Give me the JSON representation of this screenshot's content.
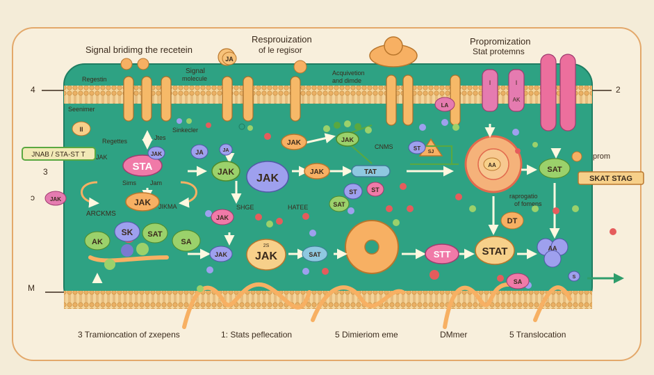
{
  "top": {
    "signal_binding": "Signal bridimg the recetein",
    "resprouization": "Resprouization",
    "of_le_regisor": "of le regisor",
    "propromization": "Propromization",
    "stat_protemns": "Stat protemns",
    "regestin": "Regestin",
    "signal": "Signal",
    "molecule": "molecule",
    "acquivetion": "Acquivetion",
    "and_dimde": "and dimde",
    "ja_top": "JA"
  },
  "sides": {
    "left_4": "4",
    "right_2": "2",
    "left_3": "3",
    "left_c": "ɔ",
    "left_m": "M",
    "prom": "prom",
    "skat_stag": "SKAT STAG",
    "jnab_stat": "JNAB / STA-ST T"
  },
  "inner": {
    "seenimer": "Seenimer",
    "regettes": "Regettes",
    "jtes": "Jtes",
    "sinkecler": "Sinkecler",
    "jak_small": "JAK",
    "sims": "Sims",
    "jam": "Jam",
    "arckms": "ARCKMS",
    "jikma": "JIKMA",
    "shge": "SHGE",
    "hatee": "HATEE",
    "cnms": "CNMS",
    "rapro": "raprogatio",
    "of_fomens": "of fomens",
    "ii": "II",
    "sj": "SJ",
    "aa": "AA"
  },
  "molecules": {
    "sta": "STA",
    "jak_left": "JAK",
    "jak_mid": "JAK",
    "jak_big": "JAK",
    "jak_2": "JAK",
    "jak_3": "JAK",
    "jak_4": "JAK",
    "jak_5": "JAK",
    "jak_circ": "JAK",
    "jak_lower": "JAK",
    "jak_small_lower": "JAK",
    "tat": "TAT",
    "st": "ST",
    "sat": "SAT",
    "st2": "ST",
    "ja": "JA",
    "ja2": "JA",
    "sk": "SK",
    "sat2": "SAT",
    "sa": "SA",
    "ak": "AK",
    "dt": "DT",
    "stt": "STT",
    "stat": "STAT",
    "sa2": "SA",
    "aa": "AA",
    "la": "LA",
    "ak2": "AK",
    "st3": "ST",
    "sat3": "SAT",
    "s": "S",
    "sat4": "SAT",
    "i": "I",
    "i2": "I",
    "st_small": "ST",
    "ak3": "AK",
    "num_2s": "2S"
  },
  "bottom": {
    "step1": "3  Tramioncation of zxepens",
    "step2": "1: Stats peflecation",
    "step3": "5 Dimieriom eme",
    "step4": "DMmer",
    "step5": "5 Translocation"
  },
  "colors": {
    "background": "#f4ecd8",
    "frame": "#f8efdc",
    "cell": "#2ea283",
    "membrane": "#f0c27a",
    "jak": "#9ea0ee",
    "sta": "#f07aa8",
    "jak_orange": "#f7b063",
    "jak_green": "#9bd16b",
    "arrow": "#ffffff"
  }
}
